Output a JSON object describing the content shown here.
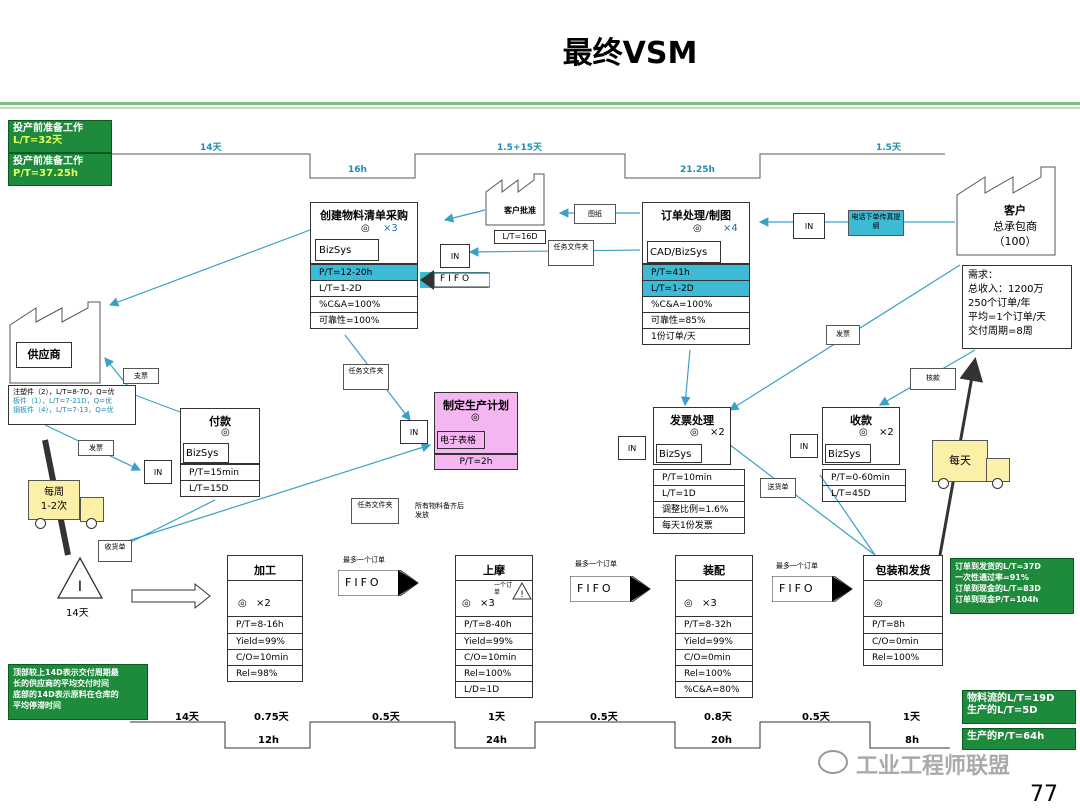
{
  "title": "最终VSM",
  "prep": {
    "label1": "投产前准备工作",
    "lt1": "L/T=32天",
    "label2": "投产前准备工作",
    "pt2": "P/T=37.25h"
  },
  "top_timeline": {
    "seg1": "14天",
    "seg2": "16h",
    "seg3": "1.5+15天",
    "seg4": "21.25h",
    "seg5": "1.5天"
  },
  "customer": {
    "title": "客户",
    "name": "总承包商",
    "count": "（100）"
  },
  "customer_approval": {
    "title": "客户批准",
    "lt": "L/T=16D"
  },
  "drawing_box": "图纸",
  "task_file1": "任务文件夹",
  "task_file2": "任务文件夹",
  "task_file3": "任务文件夹",
  "order_in": "电话下单传真提纲",
  "demand": {
    "l1": "需求：",
    "l2": "总收入：1200万",
    "l3": "250个订单/年",
    "l4": "平均=1个订单/天",
    "l5": "交付周期=8周"
  },
  "bom": {
    "title": "创建物料清单采购",
    "x": "×3",
    "sys": "BizSys",
    "rows": [
      "P/T=12-20h",
      "L/T=1-2D",
      "%C&A=100%",
      "可靠性=100%"
    ]
  },
  "order": {
    "title": "订单处理/制图",
    "x": "×4",
    "sys": "CAD/BizSys",
    "rows": [
      "P/T=41h",
      "L/T=1-2D",
      "%C&A=100%",
      "可靠性=85%",
      "1份订单/天"
    ]
  },
  "fifo_top": "FIFO",
  "supplier": {
    "title": "供应商",
    "notes": [
      "注塑件（2），L/T=8-7D，Q=优",
      "板件（1），L/T=7-21D，Q=优",
      "钢板件（4），L/T=7-13，Q=优"
    ]
  },
  "ship_doc": "发票",
  "payment_label": "支票",
  "pay": {
    "title": "付款",
    "sys": "BizSys",
    "rows": [
      "P/T=15min",
      "L/T=15D"
    ]
  },
  "plan": {
    "title": "制定生产计划",
    "sub": "电子表格",
    "pt": "P/T=2h"
  },
  "invoice": {
    "title": "发票处理",
    "x": "×2",
    "sys": "BizSys",
    "rows": [
      "P/T=10min",
      "L/T=1D",
      "调整比例=1.6%",
      "每天1份发票"
    ]
  },
  "collect": {
    "title": "收款",
    "x": "×2",
    "sys": "BizSys",
    "rows": [
      "P/T=0-60min",
      "L/T=45D"
    ]
  },
  "invoice_label": "发票",
  "check_label": "核款",
  "ship_label": "送货单",
  "truck1": {
    "l1": "每周",
    "l2": "1-2次"
  },
  "truck2": "每天",
  "receive_label": "收货单",
  "all_materials_note": "所有物料备齐后发放",
  "inv": {
    "qty": "14天"
  },
  "in_label": "IN",
  "max_order": "最多一个订单",
  "fifo": "FIFO",
  "one_order": "一个订单",
  "proc1": {
    "title": "加工",
    "x": "×2",
    "rows": [
      "P/T=8-16h",
      "Yield=99%",
      "C/O=10min",
      "Rel=98%"
    ]
  },
  "proc2": {
    "title": "上摩",
    "x": "×3",
    "rows": [
      "P/T=8-40h",
      "Yield=99%",
      "C/O=10min",
      "Rel=100%",
      "L/D=1D"
    ]
  },
  "proc3": {
    "title": "装配",
    "x": "×3",
    "rows": [
      "P/T=8-32h",
      "Yield=99%",
      "C/O=0min",
      "Rel=100%",
      "%C&A=80%"
    ]
  },
  "proc4": {
    "title": "包装和发货",
    "rows": [
      "P/T=8h",
      "C/O=0min",
      "Rel=100%"
    ]
  },
  "kpi_right": [
    "订单到发货的L/T=37D",
    "一次性通过率=91%",
    "订单到现金的L/T=83D",
    "订单到现金P/T=104h"
  ],
  "note_left": [
    "顶部较上14D表示交付周期最",
    "长的供应商的平均交付时间",
    "底部的14D表示原料在仓库的",
    "平均停滞时间"
  ],
  "bottom_timeline": {
    "t1": "14天",
    "t2": "0.75天",
    "t3": "0.5天",
    "t4": "1天",
    "t5": "0.5天",
    "t6": "0.8天",
    "t7": "0.5天",
    "t8": "1天",
    "b1": "12h",
    "b2": "24h",
    "b3": "20h",
    "b4": "8h"
  },
  "summary": {
    "l1": "物料流的L/T=19D",
    "l2": "生产的L/T=5D",
    "l3": "生产的P/T=64h"
  },
  "watermark": "工业工程师联盟",
  "page_number": "77",
  "colors": {
    "green": "#1e8a3c",
    "cyan": "#3dbad6",
    "teal_line": "#3aa0c8",
    "pink": "#f4b6f0"
  }
}
